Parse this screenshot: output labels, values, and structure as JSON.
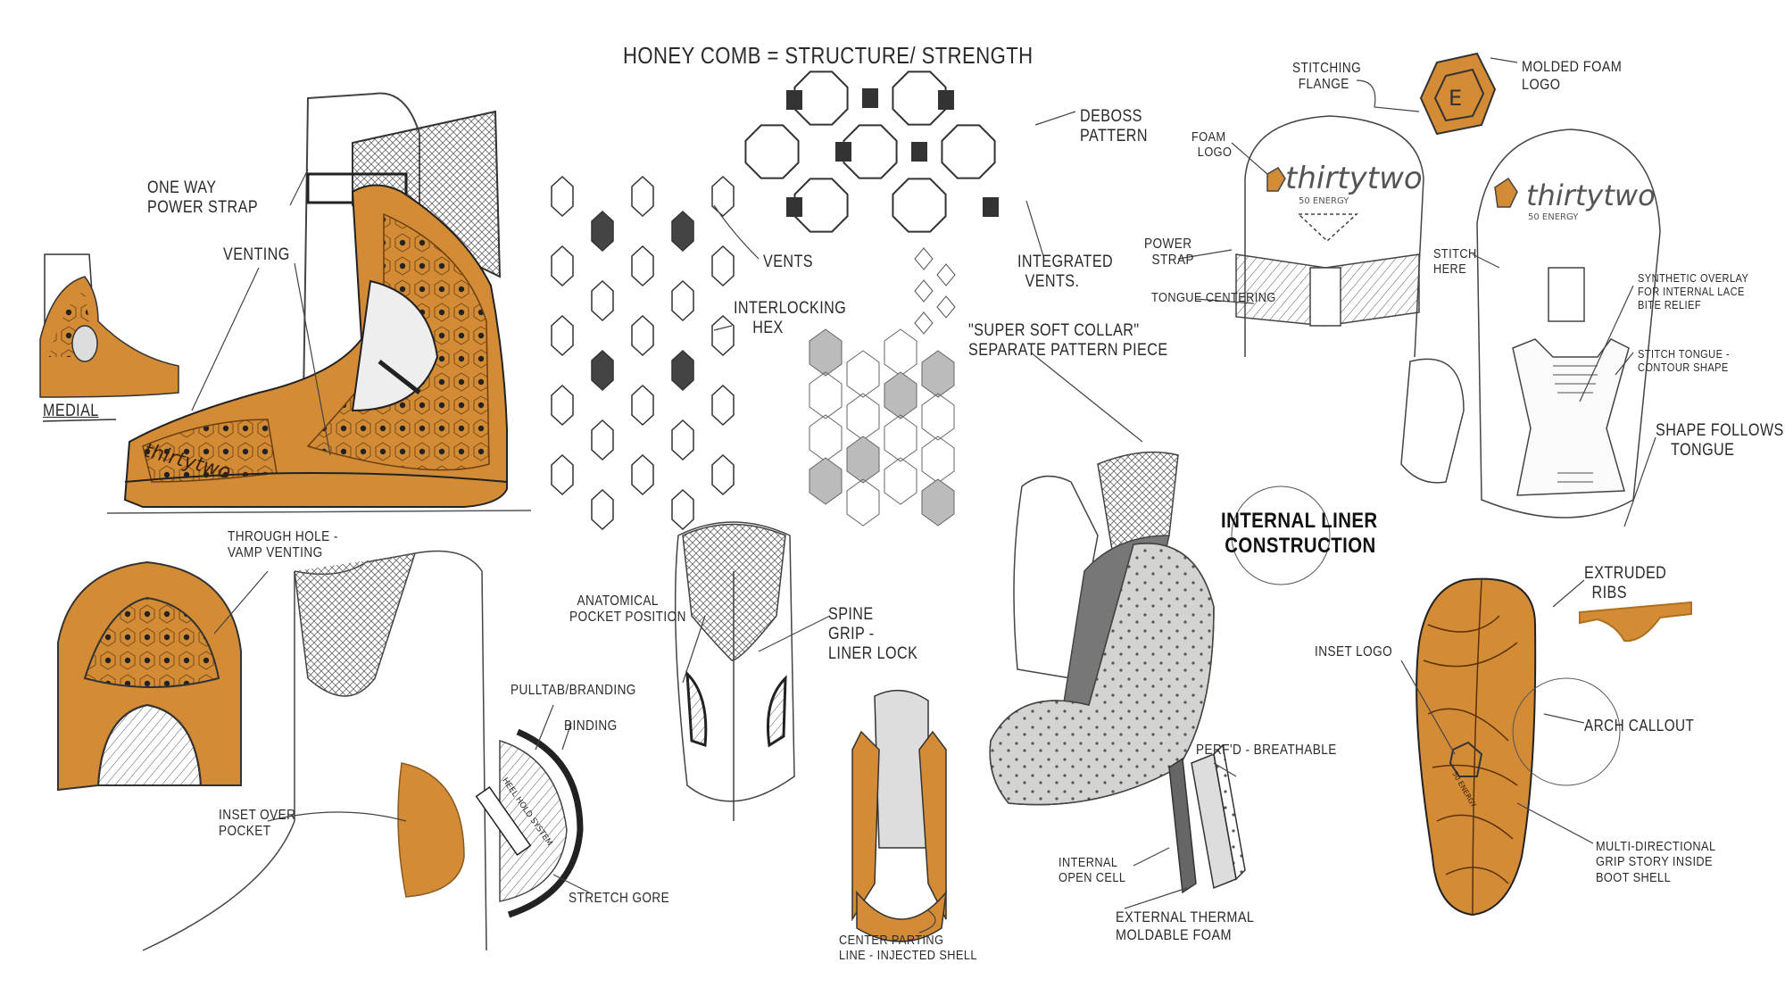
{
  "colors": {
    "accent": "#D38B35",
    "ink": "#2a2a2a",
    "liner_gray": "#d3d3d1",
    "dark_gray": "#777777"
  },
  "title": "HONEY COMB = STRUCTURE/ STRENGTH",
  "brand": {
    "wordmark": "thirtytwo",
    "tagline": "50 ENERGY",
    "heel_tab": "HEEL HOLD SYSTEM",
    "logo_glyph": "E"
  },
  "labels": {
    "one_way_power_strap": [
      "ONE WAY",
      "POWER STRAP"
    ],
    "venting": [
      "VENTING"
    ],
    "medial": [
      "MEDIAL"
    ],
    "vents": [
      "VENTS"
    ],
    "interlocking_hex": [
      "INTERLOCKING",
      "HEX"
    ],
    "deboss_pattern": [
      "DEBOSS",
      "PATTERN"
    ],
    "integrated_vents": [
      "INTEGRATED",
      "VENTS."
    ],
    "stitching_flange": [
      "STITCHING",
      "FLANGE"
    ],
    "molded_foam_logo": [
      "MOLDED FOAM",
      "LOGO"
    ],
    "foam_logo": [
      "FOAM",
      "LOGO"
    ],
    "power_strap": [
      "POWER",
      "STRAP"
    ],
    "stitch_here": [
      "STITCH",
      "HERE"
    ],
    "tongue_centering": [
      "TONGUE CENTERING"
    ],
    "synthetic_overlay": [
      "SYNTHETIC OVERLAY",
      "FOR INTERNAL LACE",
      "BITE RELIEF"
    ],
    "super_soft_collar": [
      "\"SUPER SOFT COLLAR\"",
      "SEPARATE PATTERN PIECE"
    ],
    "stitch_tongue": [
      "STITCH TONGUE -",
      "CONTOUR SHAPE"
    ],
    "shape_follows_tongue": [
      "SHAPE FOLLOWS",
      "TONGUE"
    ],
    "internal_liner": [
      "INTERNAL LINER",
      "CONSTRUCTION"
    ],
    "through_hole": [
      "THROUGH HOLE -",
      "VAMP VENTING"
    ],
    "anatomical_pocket": [
      "ANATOMICAL",
      "POCKET POSITION"
    ],
    "spine_grip": [
      "SPINE",
      "GRIP -",
      "LINER LOCK"
    ],
    "pulltab_branding": [
      "PULLTAB/BRANDING"
    ],
    "binding": [
      "BINDING"
    ],
    "inset_over_pocket": [
      "INSET OVER",
      "POCKET"
    ],
    "stretch_gore": [
      "STRETCH GORE"
    ],
    "center_parting": [
      "CENTER PARTING",
      "LINE - INJECTED SHELL"
    ],
    "extruded_ribs": [
      "EXTRUDED",
      "RIBS"
    ],
    "inset_logo": [
      "INSET LOGO"
    ],
    "arch_callout": [
      "ARCH CALLOUT"
    ],
    "perfd_breathable": [
      "PERF'D - BREATHABLE"
    ],
    "internal_open_cell": [
      "INTERNAL",
      "OPEN CELL"
    ],
    "external_thermal": [
      "EXTERNAL THERMAL",
      "MOLDABLE FOAM"
    ],
    "multi_directional": [
      "MULTI-DIRECTIONAL",
      "GRIP STORY INSIDE",
      "BOOT SHELL"
    ]
  }
}
